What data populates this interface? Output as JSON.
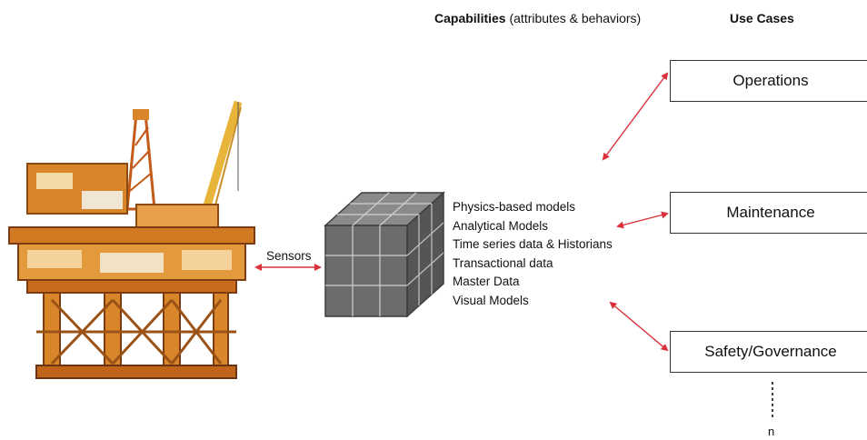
{
  "header": {
    "capabilities_bold": "Capabilities",
    "capabilities_rest": " (attributes & behaviors)",
    "use_cases": "Use Cases"
  },
  "use_cases": [
    {
      "label": "Operations"
    },
    {
      "label": "Maintenance"
    },
    {
      "label": "Safety/Governance"
    }
  ],
  "capabilities": [
    "Physics-based models",
    "Analytical Models",
    "Time series data & Historians",
    "Transactional data",
    "Master Data",
    "Visual Models"
  ],
  "sensors_label": "Sensors",
  "continuation_label": "n",
  "colors": {
    "arrow": "#d9303a",
    "rig_orange": "#d9862a",
    "rig_yellow": "#e8b53a",
    "cube": "#6c6c6c"
  }
}
